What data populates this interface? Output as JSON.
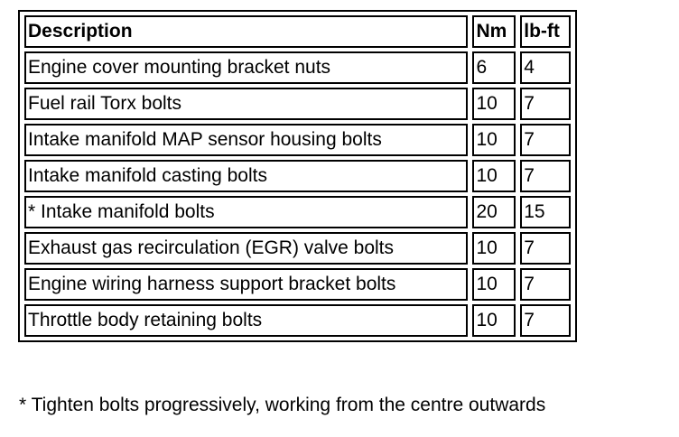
{
  "table": {
    "headers": [
      "Description",
      "Nm",
      "lb-ft"
    ],
    "rows": [
      [
        "Engine cover mounting bracket nuts",
        "6",
        "4"
      ],
      [
        "Fuel rail Torx bolts",
        "10",
        "7"
      ],
      [
        "Intake manifold MAP sensor housing bolts",
        "10",
        "7"
      ],
      [
        "Intake manifold casting bolts",
        "10",
        "7"
      ],
      [
        "* Intake manifold bolts",
        "20",
        "15"
      ],
      [
        "Exhaust gas recirculation (EGR) valve bolts",
        "10",
        "7"
      ],
      [
        "Engine wiring harness support bracket bolts",
        "10",
        "7"
      ],
      [
        "Throttle body retaining bolts",
        "10",
        "7"
      ]
    ]
  },
  "footnote": "* Tighten bolts progressively, working from the centre outwards"
}
